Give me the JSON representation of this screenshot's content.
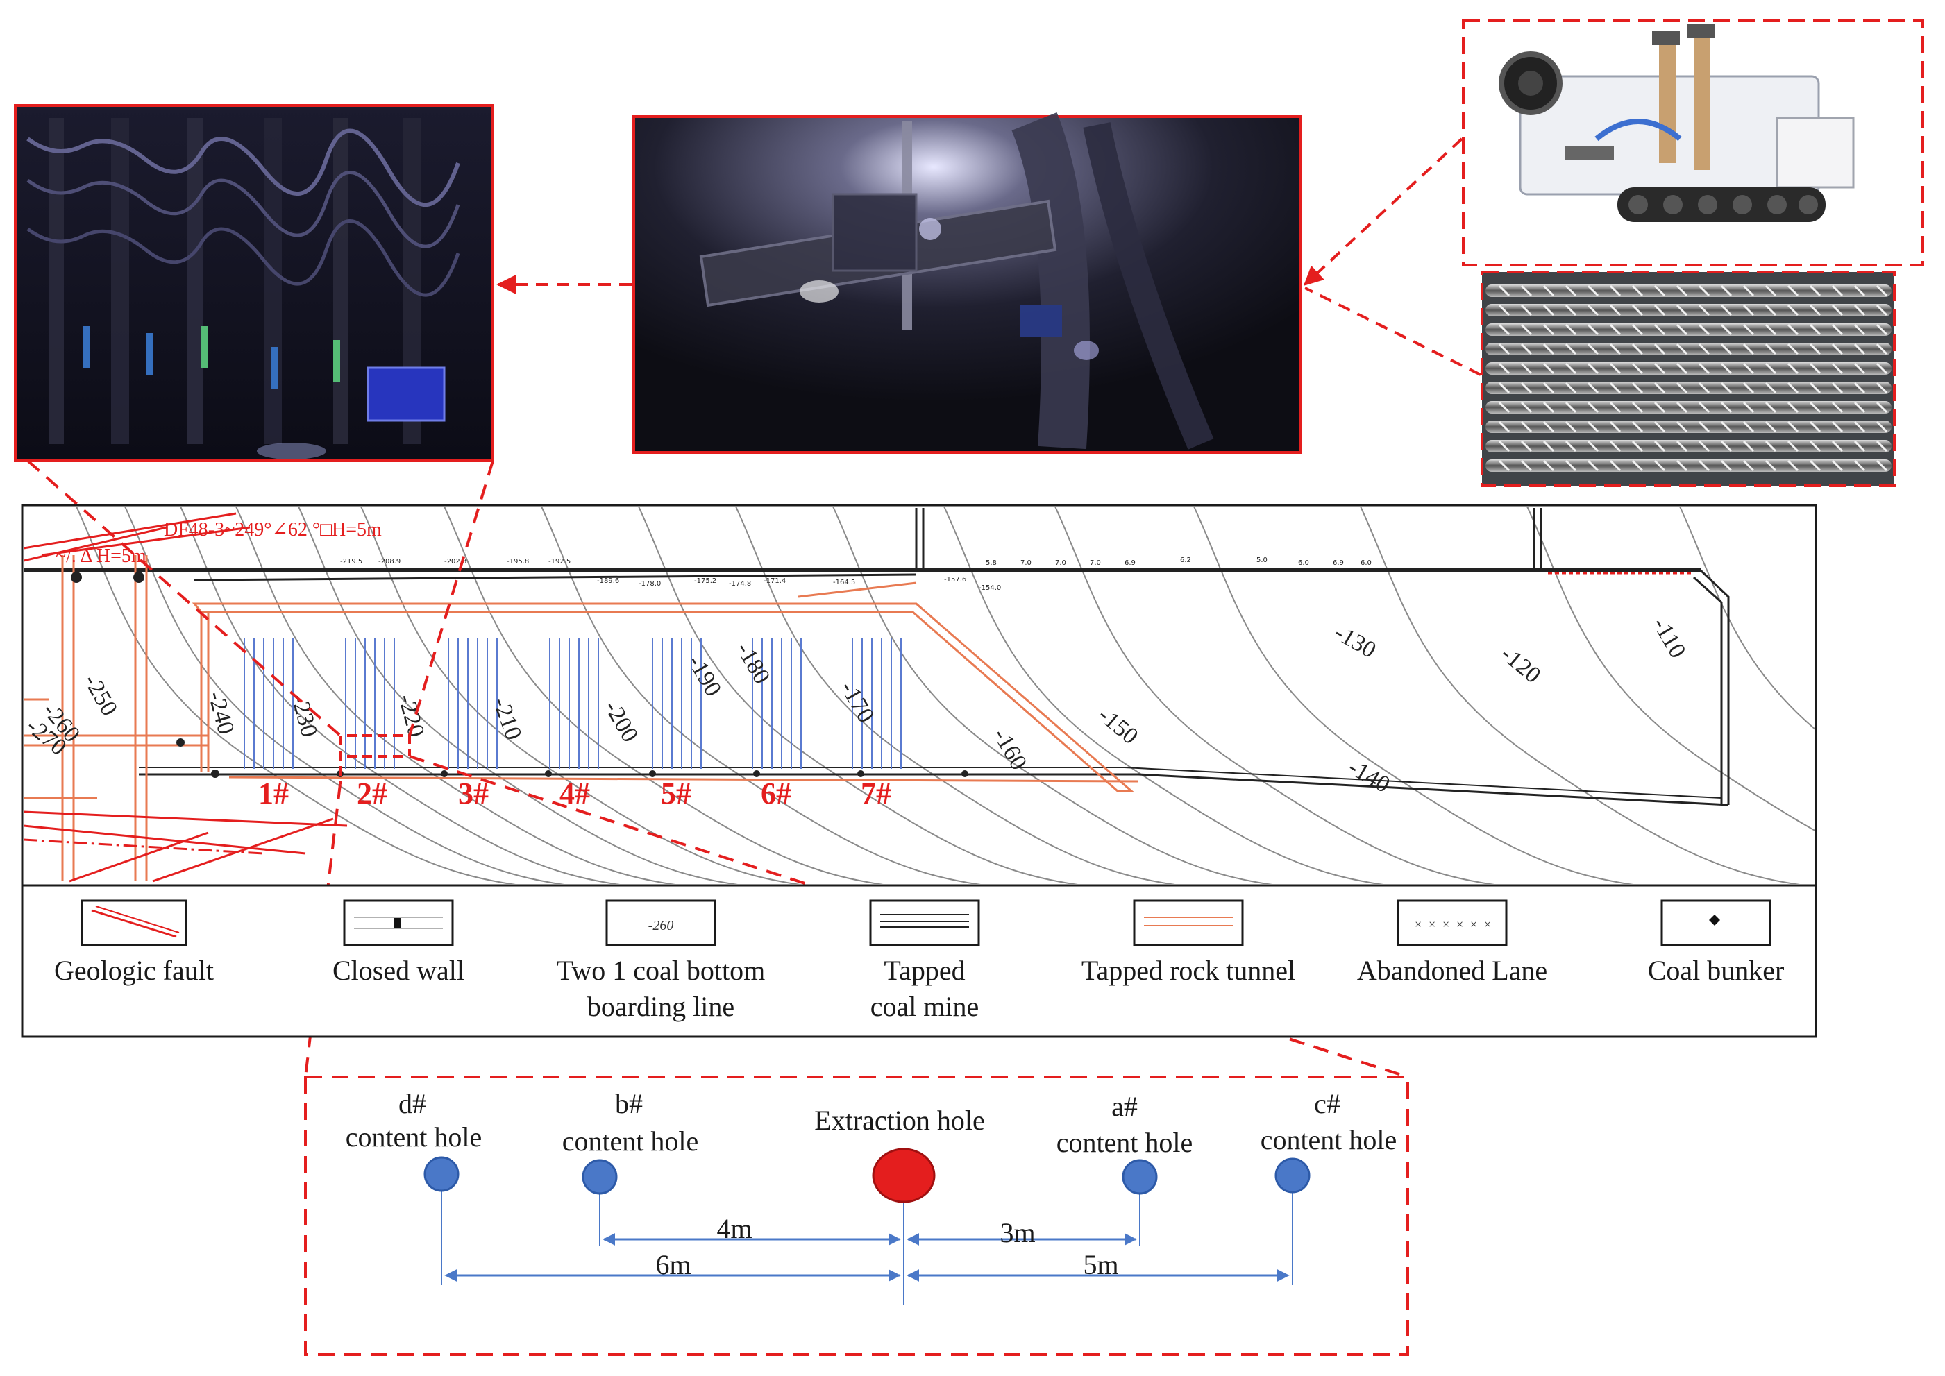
{
  "fault_note": "DF48-3~249°∠62 °□H=5m",
  "panels": [
    "1#",
    "2#",
    "3#",
    "4#",
    "5#",
    "6#",
    "7#"
  ],
  "contours": [
    "-110",
    "-120",
    "-130",
    "-140",
    "-150",
    "-160",
    "-170",
    "-180",
    "-190",
    "-200",
    "-210",
    "-220",
    "-230",
    "-240",
    "-250",
    "-260",
    "-270"
  ],
  "legend": [
    {
      "label": "Geologic fault",
      "icon": "geologic-fault-icon"
    },
    {
      "label": "Closed wall",
      "icon": "closed-wall-icon"
    },
    {
      "label": "Two 1 coal bottom boarding line",
      "icon": "contour-line-icon",
      "sample": "-260"
    },
    {
      "label": "Tapped coal mine",
      "icon": "tapped-coal-mine-icon"
    },
    {
      "label": "Tapped rock tunnel",
      "icon": "tapped-rock-tunnel-icon"
    },
    {
      "label": "Abandoned Lane",
      "icon": "abandoned-lane-icon"
    },
    {
      "label": "Coal bunker",
      "icon": "coal-bunker-icon"
    }
  ],
  "holes": {
    "d": {
      "tag": "d#",
      "label": "content hole"
    },
    "b": {
      "tag": "b#",
      "label": "content hole"
    },
    "extraction": {
      "label": "Extraction hole"
    },
    "a": {
      "tag": "a#",
      "label": "content hole"
    },
    "c": {
      "tag": "c#",
      "label": "content hole"
    }
  },
  "dimensions": {
    "b_to_ext": "4m",
    "d_to_ext": "6m",
    "ext_to_a": "3m",
    "ext_to_c": "5m"
  },
  "colors": {
    "accent": "#e41e1e",
    "blue": "#4a78c8",
    "tunnel": "#e87a52",
    "line": "#2b2b2b"
  }
}
